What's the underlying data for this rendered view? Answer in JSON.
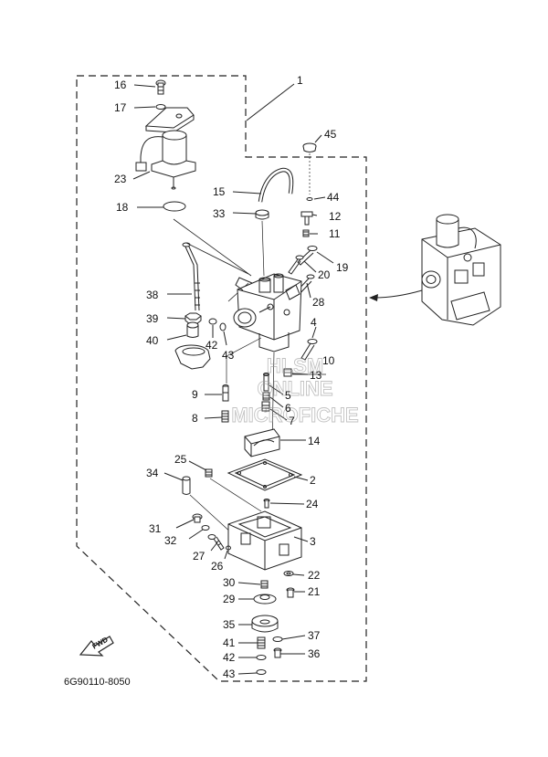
{
  "diagram_code": "6G90110-8050",
  "fwd_label": "FWD",
  "watermark": [
    "HLSM",
    "ONLINE",
    "MICROFICHE"
  ],
  "callouts": [
    {
      "id": "c1",
      "label": "1"
    },
    {
      "id": "c16",
      "label": "16"
    },
    {
      "id": "c17",
      "label": "17"
    },
    {
      "id": "c23",
      "label": "23"
    },
    {
      "id": "c18",
      "label": "18"
    },
    {
      "id": "c45",
      "label": "45"
    },
    {
      "id": "c15",
      "label": "15"
    },
    {
      "id": "c44",
      "label": "44"
    },
    {
      "id": "c33",
      "label": "33"
    },
    {
      "id": "c12",
      "label": "12"
    },
    {
      "id": "c11",
      "label": "11"
    },
    {
      "id": "c19",
      "label": "19"
    },
    {
      "id": "c20",
      "label": "20"
    },
    {
      "id": "c38",
      "label": "38"
    },
    {
      "id": "c28",
      "label": "28"
    },
    {
      "id": "c39",
      "label": "39"
    },
    {
      "id": "c4",
      "label": "4"
    },
    {
      "id": "c40",
      "label": "40"
    },
    {
      "id": "c42a",
      "label": "42"
    },
    {
      "id": "c43a",
      "label": "43"
    },
    {
      "id": "c10",
      "label": "10"
    },
    {
      "id": "c13",
      "label": "13"
    },
    {
      "id": "c9",
      "label": "9"
    },
    {
      "id": "c5",
      "label": "5"
    },
    {
      "id": "c6",
      "label": "6"
    },
    {
      "id": "c8",
      "label": "8"
    },
    {
      "id": "c7",
      "label": "7"
    },
    {
      "id": "c14",
      "label": "14"
    },
    {
      "id": "c25",
      "label": "25"
    },
    {
      "id": "c34",
      "label": "34"
    },
    {
      "id": "c2",
      "label": "2"
    },
    {
      "id": "c24",
      "label": "24"
    },
    {
      "id": "c31",
      "label": "31"
    },
    {
      "id": "c32",
      "label": "32"
    },
    {
      "id": "c3",
      "label": "3"
    },
    {
      "id": "c27",
      "label": "27"
    },
    {
      "id": "c26",
      "label": "26"
    },
    {
      "id": "c22",
      "label": "22"
    },
    {
      "id": "c30",
      "label": "30"
    },
    {
      "id": "c21",
      "label": "21"
    },
    {
      "id": "c29",
      "label": "29"
    },
    {
      "id": "c35",
      "label": "35"
    },
    {
      "id": "c37",
      "label": "37"
    },
    {
      "id": "c41",
      "label": "41"
    },
    {
      "id": "c36",
      "label": "36"
    },
    {
      "id": "c42b",
      "label": "42"
    },
    {
      "id": "c43b",
      "label": "43"
    }
  ]
}
